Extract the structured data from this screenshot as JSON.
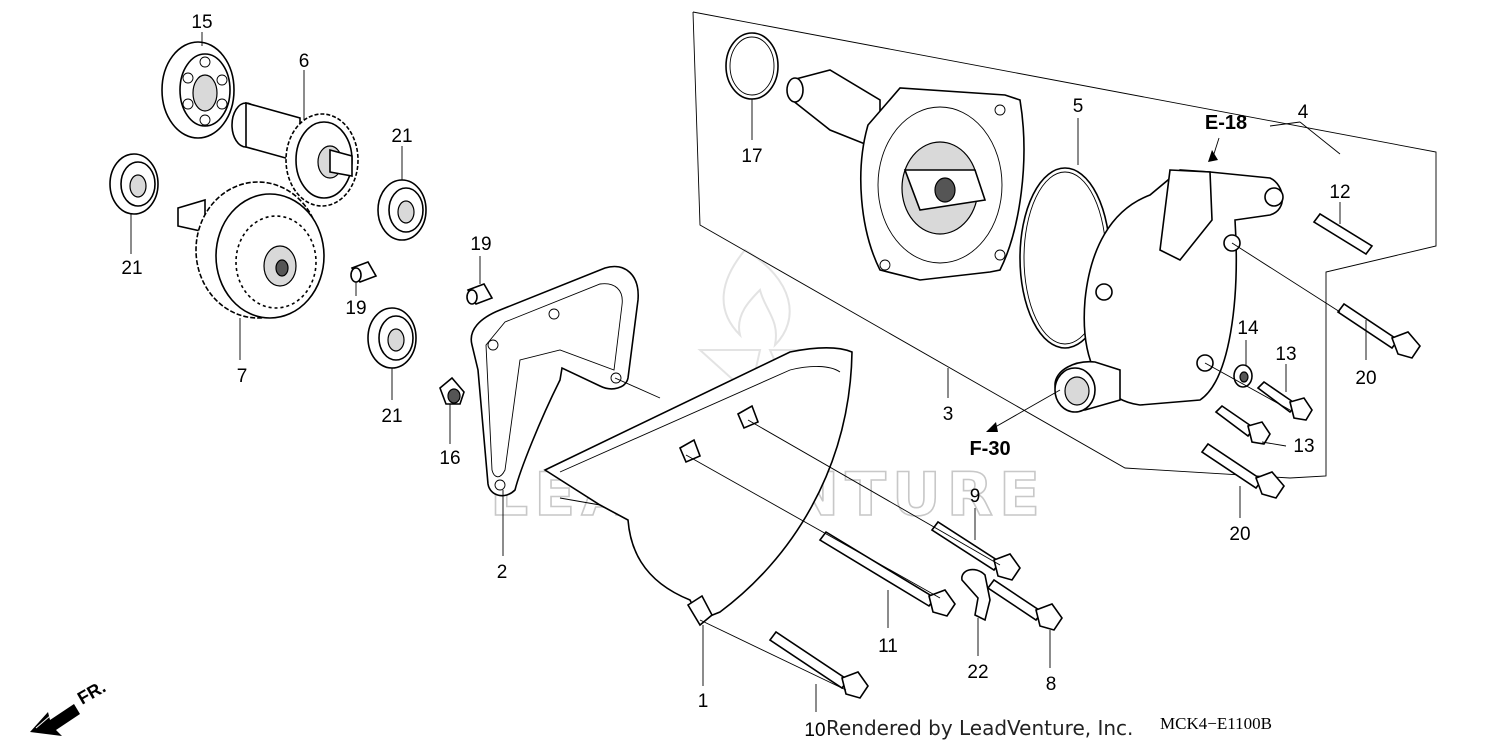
{
  "watermark": {
    "text": "LEADVENTURE"
  },
  "diagram_code": "MCK4−E1100B",
  "credit": "Rendered by LeadVenture, Inc.",
  "front_marker": "FR.",
  "references": [
    "E-18",
    "F-30"
  ],
  "callouts": {
    "c15": "15",
    "c6": "6",
    "c21a": "21",
    "c21b": "21",
    "c21c": "21",
    "c7": "7",
    "c19a": "19",
    "c19b": "19",
    "c16": "16",
    "c2": "2",
    "c17": "17",
    "c5": "5",
    "c4": "4",
    "c12": "12",
    "c14": "14",
    "c13a": "13",
    "c13b": "13",
    "c20a": "20",
    "c20b": "20",
    "c3": "3",
    "c9": "9",
    "c11": "11",
    "c22": "22",
    "c8": "8",
    "c1": "1",
    "c10": "10"
  }
}
